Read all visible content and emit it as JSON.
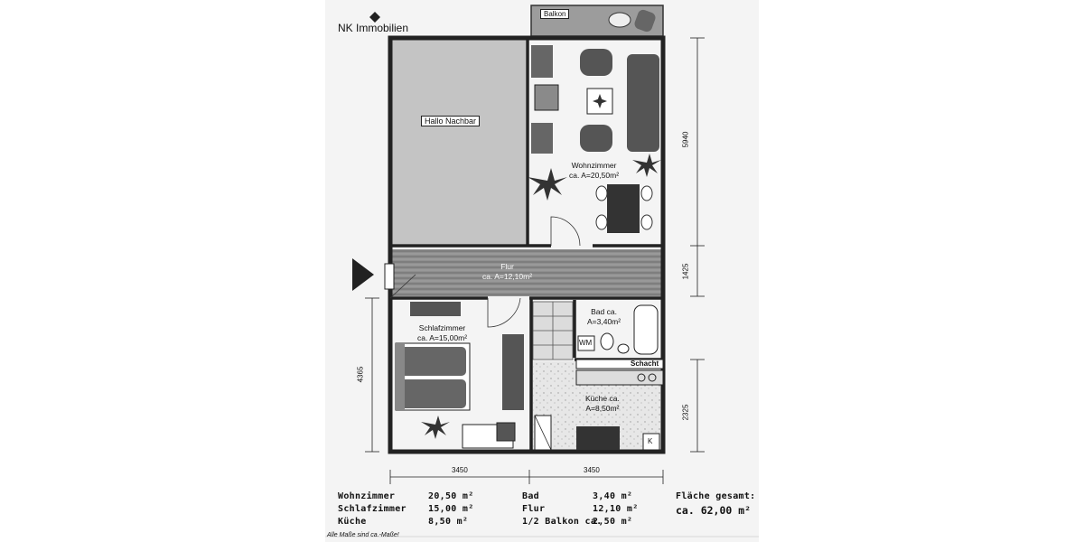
{
  "brand": "NK Immobilien",
  "balcony_label": "Balkon",
  "neighbor_label": "Hallo Nachbar",
  "rooms": {
    "wohnzimmer": {
      "name": "Wohnzimmer",
      "area": "ca. A=20,50m²"
    },
    "flur": {
      "name": "Flur",
      "area": "ca. A=12,10m²"
    },
    "bad": {
      "name": "Bad ca.",
      "area": "A=3,40m²"
    },
    "schlafzimmer": {
      "name": "Schlafzimmer",
      "area": "ca. A=15,00m²"
    },
    "kueche": {
      "name": "Küche ca.",
      "area": "A=8,50m²"
    }
  },
  "fixtures": {
    "wm": "WM",
    "schacht": "Schacht",
    "k": "K"
  },
  "dimensions": {
    "right_top": "5940",
    "right_mid": "1425",
    "right_bottom": "2325",
    "left": "4365",
    "bottom_left": "3450",
    "bottom_right": "3450"
  },
  "summary": [
    {
      "name": "Wohnzimmer",
      "value": "20,50 m²"
    },
    {
      "name": "Schlafzimmer",
      "value": "15,00 m²"
    },
    {
      "name": "Küche",
      "value": "8,50 m²"
    },
    {
      "name": "Bad",
      "value": "3,40 m²"
    },
    {
      "name": "Flur",
      "value": "12,10 m²"
    },
    {
      "name": "1/2 Balkon ca.",
      "value": "2,50 m²"
    }
  ],
  "total": {
    "label": "Fläche gesamt:",
    "value": "ca.  62,00 m²"
  },
  "footnote": "Alle Maße sind ca.-Maße!"
}
